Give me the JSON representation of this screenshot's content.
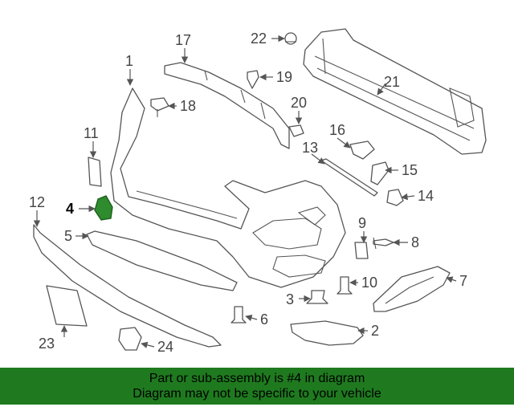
{
  "callouts": {
    "c1": "1",
    "c2": "2",
    "c3": "3",
    "c4": "4",
    "c5": "5",
    "c6": "6",
    "c7": "7",
    "c8": "8",
    "c9": "9",
    "c10": "10",
    "c11": "11",
    "c12": "12",
    "c13": "13",
    "c14": "14",
    "c15": "15",
    "c16": "16",
    "c17": "17",
    "c18": "18",
    "c19": "19",
    "c20": "20",
    "c21": "21",
    "c22": "22",
    "c23": "23",
    "c24": "24"
  },
  "highlighted_part": "4",
  "colors": {
    "highlight_part": "#2e8b2e",
    "banner_background": "#1f7a1f",
    "line": "#555555"
  },
  "banner": {
    "line1": "Part or sub-assembly is #4 in diagram",
    "line2": "Diagram may not be specific to your vehicle"
  }
}
